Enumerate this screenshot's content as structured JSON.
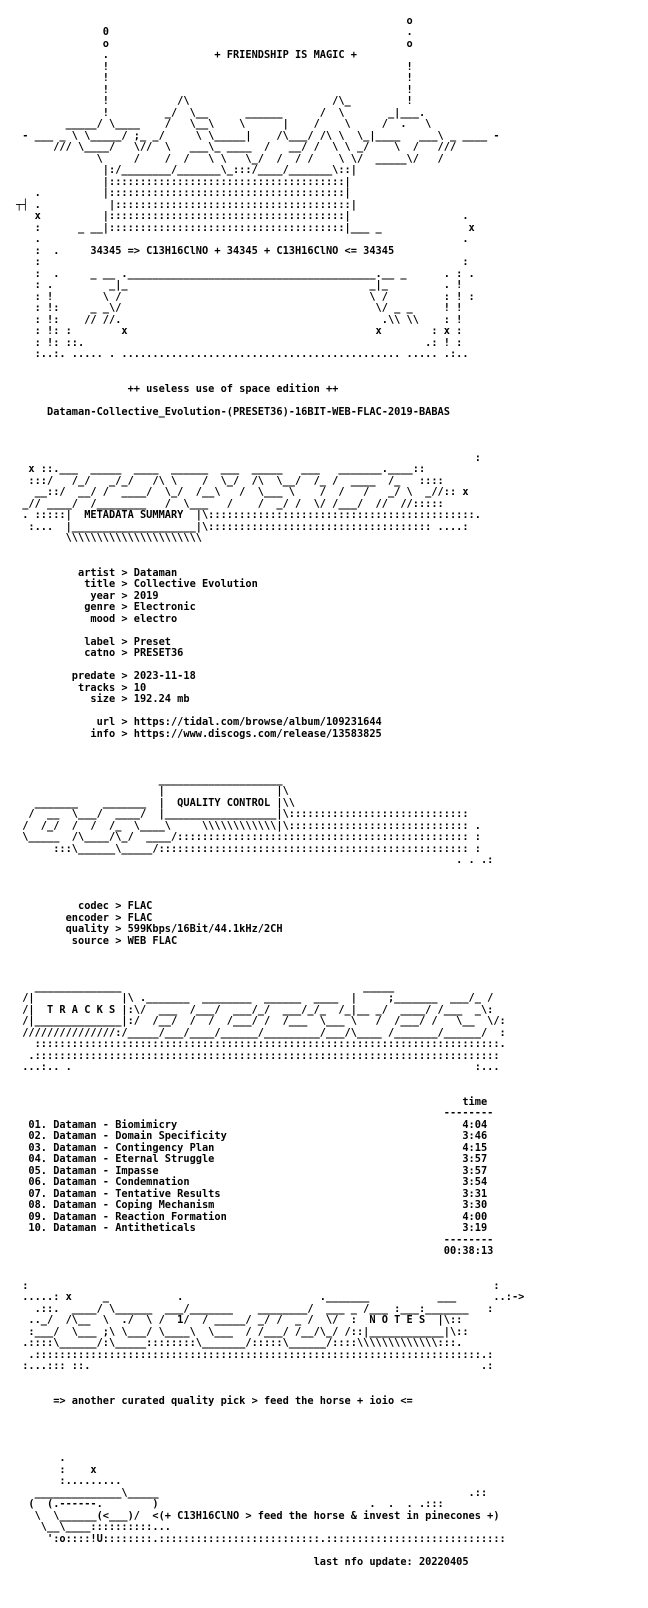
{
  "document": {
    "nfo_lines": [
      "",
      "                                                               o",
      "              0                                                .",
      "              o                                                o",
      "              .                 + FRIENDSHIP IS MAGIC +        ",
      "              !                                                !",
      "              !                                                !",
      "              !                                                !",
      "              !           /\\                       /\\_         !",
      "              !         _/  \\__      ______      /  \\       _|___.",
      "        _____/ \\____    /   \\__\\    \\      |    /    \\     /  .   \\",
      " - ___ _ \\ \\_____/ ;_ _/     \\ \\_____|    /\\___/ /\\ \\  \\_|____   ___\\ _ ____ -",
      "      /// \\____/   \\//  \\   ___\\_ ____  /   __/ /  \\ \\ _/    \\  /   ///",
      "             \\     /    /  /   \\ \\   \\_/  /  / /    \\ \\/  _____\\/   /",
      "              |:/________/_______\\_:::/____/_______\\::|",
      "              |::::::::::::::::::::::::::::::::::::::|",
      "   .          |::::::::::::::::::::::::::::::::::::::|",
      "┬┤ .           |::::::::::::::::::::::::::::::::::::::|",
      "   x          |::::::::::::::::::::::::::::::::::::::|                  .",
      "   :      _ __|::::::::::::::::::::::::::::::::::::::|___ _              x",
      "   .                                                                    .",
      "   :  .     34345 => C13H16ClNO + 34345 + C13H16ClNO <= 34345",
      "   :                                                                    :",
      "   :  .     _ __ .________________________________________.__ _      . : .",
      "   : .         _|_                                       _|_         . !",
      "   : !        \\ /                                        \\ /         : ! :",
      "   : !:     _ _\\/                                         \\/ _ _     ! !",
      "   : !:    // //.                                          .\\\\ \\\\    : !",
      "   : !: :        x                                        x        : x :",
      "   : !: ::.                                                       .: ! :",
      "   :..:. ..... . ............................................. ..... .:..",
      "",
      "",
      "                  ++ useless use of space edition ++",
      "",
      "     Dataman-Collective_Evolution-(PRESET36)-16BIT-WEB-FLAC-2019-BABAS",
      "",
      "",
      "",
      "                                                                          :",
      "  x ::.___  _____  ____  ______  ___  _____   ___   _______.____::",
      "  :::/   /_/   _/_/   /\\ \\    /  \\_/  /\\  \\__/  /_ /  ____  /_   ::::",
      "   __::/  __/ /  ____/  \\_/  /__\\   /  \\___ \\    /  /   /   _/ \\  _//:: x",
      " _// ____/  /________   /  \\___   /    /  _/ /  \\/ /___/  //  //:::::",
      " . :::::|  METADATA SUMMARY  |\\:::::::::::::::::::::::::::::::::::::::::::.",
      "  :...  |____________________|\\:::::::::::::::::::::::::::::::::::: ....:",
      "        \\\\\\\\\\\\\\\\\\\\\\\\\\\\\\\\\\\\\\\\\\\\",
      "",
      "",
      "          artist > Dataman",
      "           title > Collective Evolution",
      "            year > 2019",
      "           genre > Electronic",
      "            mood > electro",
      "",
      "           label > Preset",
      "           catno > PRESET36",
      "",
      "         predate > 2023-11-18",
      "          tracks > 10",
      "            size > 192.24 mb",
      "",
      "             url > https://tidal.com/browse/album/109231644",
      "            info > https://www.discogs.com/release/13583825",
      "",
      "",
      "",
      "                       ____________________",
      "                       |                  |\\",
      "   _______    _______  |  QUALITY CONTROL |\\\\",
      "  /  __  \\___/  ____/  |__________________|\\:::::::::::::::::::::::::::::",
      " /  /_/  /  /  /_  \\____\\     \\\\\\\\\\\\\\\\\\\\\\\\|\\::::::::::::::::::::::::::::: .",
      " \\_____  /\\____/\\_/  ____/::::::::::::::::::::::::::::::::::::::::::::::: :",
      "      :::\\______\\_____/:::::::::::::::::::::::::::::::::::::::::::::::::: :",
      "                                                                       . . .:",
      "",
      "",
      "",
      "          codec > FLAC",
      "        encoder > FLAC",
      "        quality > 599Kbps/16Bit/44.1kHz/2CH",
      "         source > WEB FLAC",
      "",
      "",
      "",
      "   ______________                                       _____",
      " /|              |\\ ._______  ________  ______  ____  |     ;_______  ___/_ /",
      " /|  T R A C K S |:\\/  ___  /___/  ___/_/  ___/_/_  /_|__ _/  ____/ /___  _\\:",
      " /|______________|:/  /__/  /  /  /___/ /  /___  \\___ \\   /  /___/ /   \\__  \\/:",
      " ///////////////:/_____/___/____/______/_________/___/\\____ /_______/______/  :",
      "   :::::::::::::::::::::::::::::::::::::::::::::::::::::::::::::::::::::::::::.",
      "  .:::::::::::::::::::::::::::::::::::::::::::::::::::::::::::::::::::::::::::",
      " ...:.. .                                                                 :...",
      "",
      "",
      "                                                                        time",
      "                                                                     --------",
      "  01. Dataman - Biomimicry                                              4:04",
      "  02. Dataman - Domain Specificity                                      3:46",
      "  03. Dataman - Contingency Plan                                        4:15",
      "  04. Dataman - Eternal Struggle                                        3:57",
      "  05. Dataman - Impasse                                                 3:57",
      "  06. Dataman - Condemnation                                            3:54",
      "  07. Dataman - Tentative Results                                       3:31",
      "  08. Dataman - Coping Mechanism                                        3:30",
      "  09. Dataman - Reaction Formation                                      4:00",
      "  10. Dataman - Antitheticals                                           3:19",
      "                                                                     --------",
      "                                                                     00:38:13",
      "",
      "",
      " :                                                                           :",
      " .....: x     _           .                      ._______           ___      ..:->",
      "   .::.  ____/ \\______  ___/_______    ________/  ___ _ /___ :___:_______   :",
      "  .._/  /\\__  \\  ./  \\ /  1/  / _____/ _/ /  _ /  \\/  :  N O T E S  |\\::",
      "  :___/  \\___ ;\\ \\___/ \\____\\  \\___  / /___/ /__/\\_/ /::|____________|\\::",
      " .::::\\______/:\\_____::::::::\\_______/:::::\\______/::::\\\\\\\\\\\\\\\\\\\\\\\\\\:::.",
      "  .::::::::::::::::::::::::::::::::::::::::::::::::::::::::::::::::::::::::.:",
      " :...::: ::.                                                               .:",
      "",
      "",
      "      => another curated quality pick > feed the horse + ioio <=",
      "",
      "",
      "",
      "",
      "       .",
      "       :    x",
      "       :.........  ",
      "   ______________\\_____                                                  .::",
      "  (  (.------.        )                                  .  .  . .:::",
      "   \\  \\______(<___)/  <(+ C13H16ClNO > feed the horse & invest in pinecones +)",
      "    \\__\\____::::::::::...",
      "     ':o::::!U::::::::.::::::::::::::::::::::::::.:::::::::::::::::::::::::::::",
      "",
      "                                                last nfo update: 20220405"
    ]
  }
}
